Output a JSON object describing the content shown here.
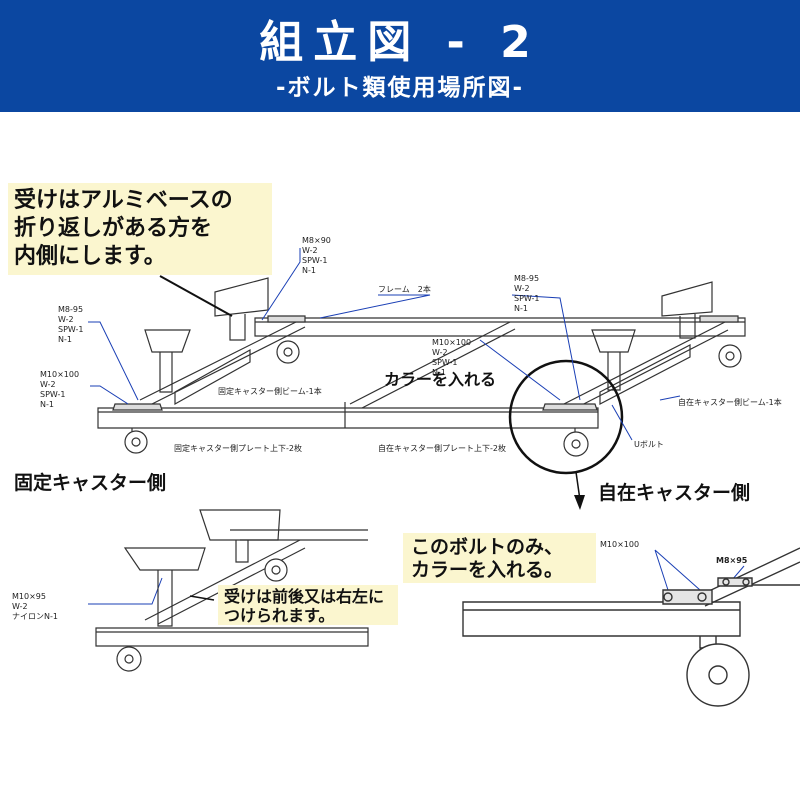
{
  "header": {
    "title": "組立図 - 2",
    "subtitle": "-ボルト類使用場所図-"
  },
  "notes": {
    "receiver_fold": [
      "受けはアルミベースの",
      "折り返しがある方を",
      "内側にします。"
    ],
    "receiver_mount": [
      "受けは前後又は右左に",
      "つけられます。"
    ],
    "collar_only": [
      "このボルトのみ、",
      "カラーを入れる。"
    ]
  },
  "labels": {
    "m8x90": [
      "M8×90",
      "W-2",
      "SPW-1",
      "N-1"
    ],
    "m8_95_left": [
      "M8-95",
      "W-2",
      "SPW-1",
      "N-1"
    ],
    "m10x100_left": [
      "M10×100",
      "W-2",
      "SPW-1",
      "N-1"
    ],
    "frame": "フレーム　2本",
    "m10x100_mid": [
      "M10×100",
      "W-2",
      "SPW-1",
      "N-1"
    ],
    "m8_95_right": [
      "M8-95",
      "W-2",
      "SPW-1",
      "N-1"
    ],
    "fixed_beam": "固定キャスター側ビーム-1本",
    "fixed_plate": "固定キャスター側プレート上下-2枚",
    "swivel_plate": "自在キャスター側プレート上下-2枚",
    "swivel_beam": "自在キャスター側ビーム-1本",
    "collar_insert": "カラーを入れる",
    "u_bolt": "Uボルト",
    "fixed_side": "固定キャスター側",
    "swivel_side": "自在キャスター側",
    "m10x95": [
      "M10×95",
      "W-2",
      "ナイロンN-1"
    ],
    "m10x100_detail": "M10×100",
    "m8x95_detail": "M8×95"
  }
}
